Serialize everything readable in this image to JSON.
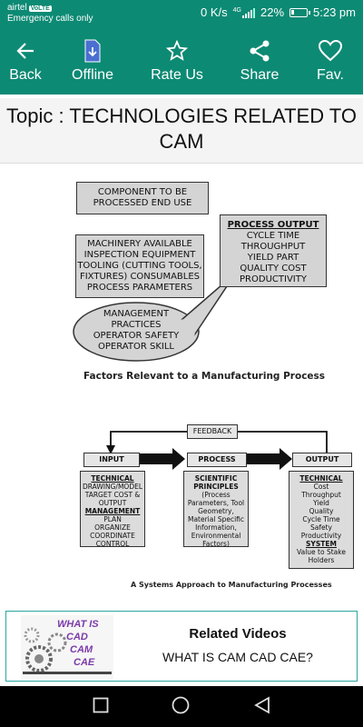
{
  "status": {
    "carrier": "airtel",
    "volte": "VoLTE",
    "emergency": "Emergency calls only",
    "speed": "0 K/s",
    "network": "4G",
    "battery": "22%",
    "battery_level": 0.22,
    "time": "5:23 pm"
  },
  "toolbar": {
    "back": "Back",
    "offline": "Offline",
    "rate": "Rate Us",
    "share": "Share",
    "fav": "Fav."
  },
  "topic": {
    "title": "Topic : TECHNOLOGIES RELATED TO CAM"
  },
  "diagram1": {
    "component_line1": "COMPONENT TO BE",
    "component_line2": "PROCESSED END USE",
    "inputs": [
      "MACHINERY AVAILABLE",
      "INSPECTION EQUIPMENT",
      "TOOLING (CUTTING TOOLS,",
      "FIXTURES) CONSUMABLES",
      "PROCESS PARAMETERS"
    ],
    "output_title": "PROCESS OUTPUT",
    "outputs": [
      "CYCLE TIME",
      "THROUGHPUT",
      "YIELD PART",
      "QUALITY COST",
      "PRODUCTIVITY"
    ],
    "mgmt": [
      "MANAGEMENT",
      "PRACTICES",
      "OPERATOR SAFETY",
      "OPERATOR SKILL"
    ],
    "caption": "Factors Relevant to a Manufacturing Process"
  },
  "diagram2": {
    "feedback": "FEEDBACK",
    "input": "INPUT",
    "process": "PROCESS",
    "output": "OUTPUT",
    "input_box": {
      "h1": "TECHNICAL",
      "l1": "DRAWING/MODEL",
      "l2": "TARGET COST &",
      "l3": "OUTPUT",
      "h2": "MANAGEMENT",
      "l4": "PLAN",
      "l5": "ORGANIZE",
      "l6": "COORDINATE",
      "l7": "CONTROL"
    },
    "process_box": {
      "h1": "SCIENTIFIC",
      "h2": "PRINCIPLES",
      "lines": [
        "(Process",
        "Parameters, Tool",
        "Geometry,",
        "Material Specific",
        "Information,",
        "Environmental",
        "Factors)"
      ]
    },
    "output_box": {
      "h1": "TECHNICAL",
      "lines": [
        "Cost",
        "Throughput",
        "Yield",
        "Quality",
        "Cycle Time",
        "Safety",
        "Productivity"
      ],
      "h2": "SYSTEM",
      "l8": "Value to Stake",
      "l9": "Holders"
    },
    "caption": "A Systems Approach to Manufacturing Processes"
  },
  "related": {
    "thumb_line1": "WHAT IS",
    "thumb_line2": "CAD",
    "thumb_line3": "CAM",
    "thumb_line4": "CAE",
    "title": "Related Videos",
    "subtitle": "WHAT IS CAM CAD CAE?"
  },
  "colors": {
    "toolbar": "#0d8a74",
    "accent_border": "#2aa5a0",
    "thumb_text": "#7b3aa8"
  }
}
